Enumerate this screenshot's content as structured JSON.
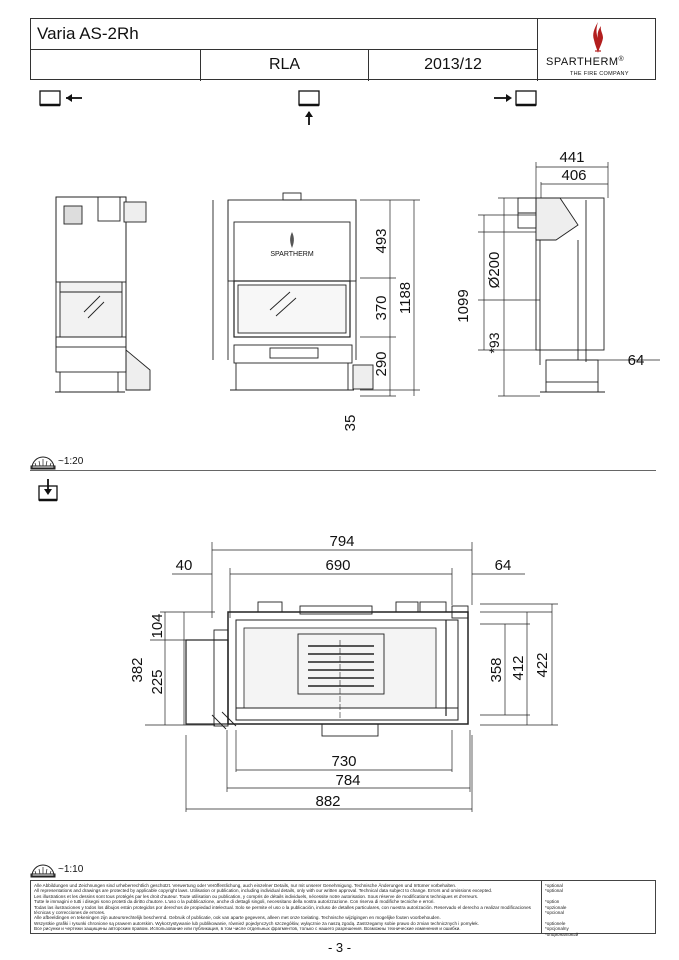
{
  "header": {
    "title": "Varia AS-2Rh",
    "variant": "RLA",
    "date": "2013/12",
    "brand": "SPARTHERM",
    "brand_mark": "®",
    "slogan": "THE FIRE COMPANY"
  },
  "views": {
    "side_view_icon": "view-left-icon",
    "front_view_icon": "view-front-icon",
    "right_view_icon": "view-right-icon",
    "top_view_icon": "view-top-icon"
  },
  "front_drawing": {
    "dims": {
      "d493": "493",
      "d370": "370",
      "d290": "290",
      "d35": "35",
      "d1188": "1188",
      "d1099": "1099",
      "d200": "Ø200",
      "d93": "*93",
      "d441": "441",
      "d406": "406",
      "d64": "64"
    },
    "plate_brand": "SPARTHERM",
    "scale": "~1:20"
  },
  "plan_drawing": {
    "dims": {
      "d794": "794",
      "d40": "40",
      "d690": "690",
      "d64": "64",
      "d104": "104",
      "d225": "225",
      "d382": "382",
      "d358": "358",
      "d412": "412",
      "d422": "422",
      "d730": "730",
      "d784": "784",
      "d882": "882"
    },
    "scale": "~1:10"
  },
  "footer": {
    "lines": [
      "Alle Abbildungen und Zeichnungen sind urheberrechtlich geschützt. Verwertung oder Veröffentlichung, auch einzelner Details, nur mit unserer Genehmigung. Technische Änderungen und Irrtümer vorbehalten.",
      "All representations and drawings are protected by applicable copyright laws. Utilisation or publication, including individual details, only with our written approval. Technical data subject to change. Errors and omissions excepted.",
      "Les illustrations et les dessins sont tous protégés par les droit d'auteur. Toute utilisation ou publication, y compris de détails individuels, nécessite notre autorisation. Sous réserve de modifications techniques et d'erreurs.",
      "Tutte le immagini e tutti i disegni sono protetti da diritto d'autore. L'uso o la pubblicazione, anche di dettagli singoli, necessitano della nostra autorizzazione. Con riserva di modifiche tecniche e errori.",
      "Todas las ilustraciones y todos los dibujos están protegidos por derechos de propiedad intelectual. Solo se permite el uso o la publicación, incluso de detalles particulares, con nuestra autorización. Reservado el derecho a realizar modificaciones técnicas y correcciones de errores.",
      "Alle afbeeldingen en tekeningen zijn auteursrechtelijk beschermd. Gebruik of publicatie, ook van aparte gegevens, alleen met onze toelating. Technische wijzigingen en mogelijke fouten voorbehouden.",
      "Wszystkie grafiki i rysunki chronione są prawem autorskim. Wykorzystywanie lub publikowanie, również pojedynczych szczegółów, wyłącznie za naszą zgodą. Zastrzegamy sobie prawo do zmian technicznych i pomyłek.",
      "Все рисунки и чертежи защищены авторским правом. Использование или публикация, в том числе отдельных фрагментов, только с нашего разрешения. Возможны технические изменения и ошибки."
    ],
    "optional": [
      "*optional",
      "*optional",
      "",
      "*option",
      "*opzionale",
      "*opcional",
      "",
      "*optionele",
      "*opcjonalny",
      "*опциональный"
    ]
  },
  "page_number": "- 3 -"
}
